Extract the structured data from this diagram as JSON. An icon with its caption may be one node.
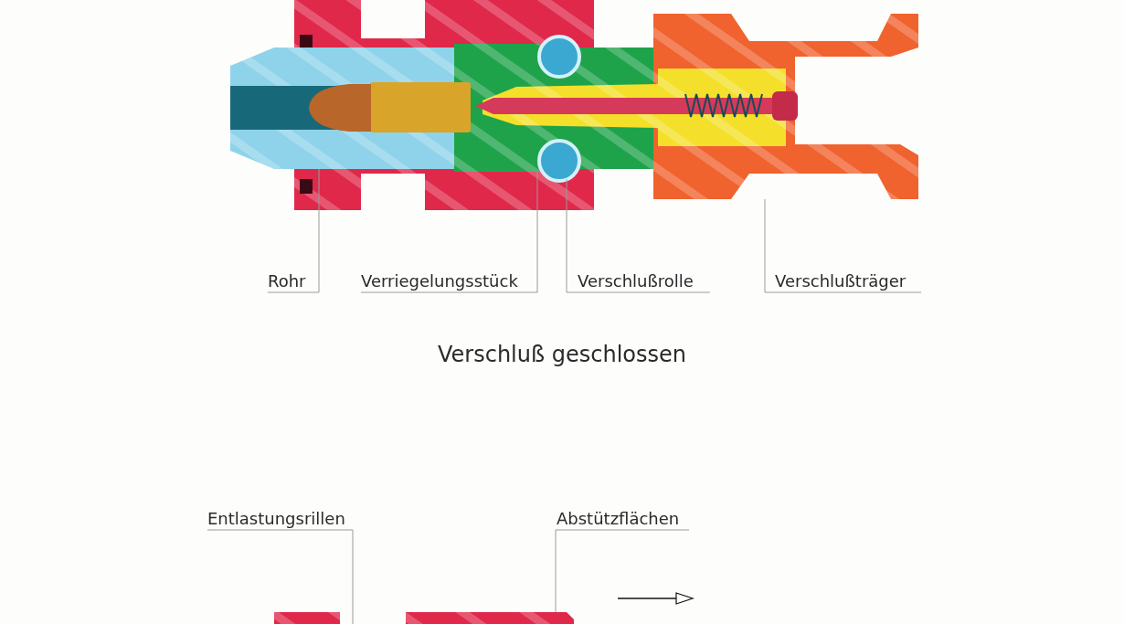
{
  "diagram": {
    "nodes": [
      {
        "text": [
          "Rohr"
        ]
      },
      {
        "text": [
          "Verriegelungsstück"
        ]
      },
      {
        "text": [
          "Verschlußrolle"
        ]
      },
      {
        "text": [
          "Verschlußträger"
        ]
      },
      {
        "text": [],
        "shape": "box"
      },
      {
        "text": [],
        "shape": "box"
      },
      {
        "text": [],
        "shape": "circle"
      },
      {
        "text": [],
        "shape": "box"
      },
      {
        "text": [
          "Entlastungsrillen"
        ]
      },
      {
        "text": [
          "Abstützflächen"
        ]
      },
      {
        "text": [],
        "shape": "box"
      }
    ],
    "edges": [
      {
        "from": 0,
        "to": 4,
        "arrow": "none"
      },
      {
        "from": 1,
        "to": 5,
        "arrow": "none"
      },
      {
        "from": 2,
        "to": 6,
        "arrow": "none"
      },
      {
        "from": 3,
        "to": 7,
        "arrow": "none"
      },
      {
        "from": 8,
        "to": null,
        "arrow": "none"
      },
      {
        "from": 9,
        "to": 10,
        "arrow": "none"
      }
    ],
    "labels": [
      "Verschluß geschlossen"
    ]
  }
}
